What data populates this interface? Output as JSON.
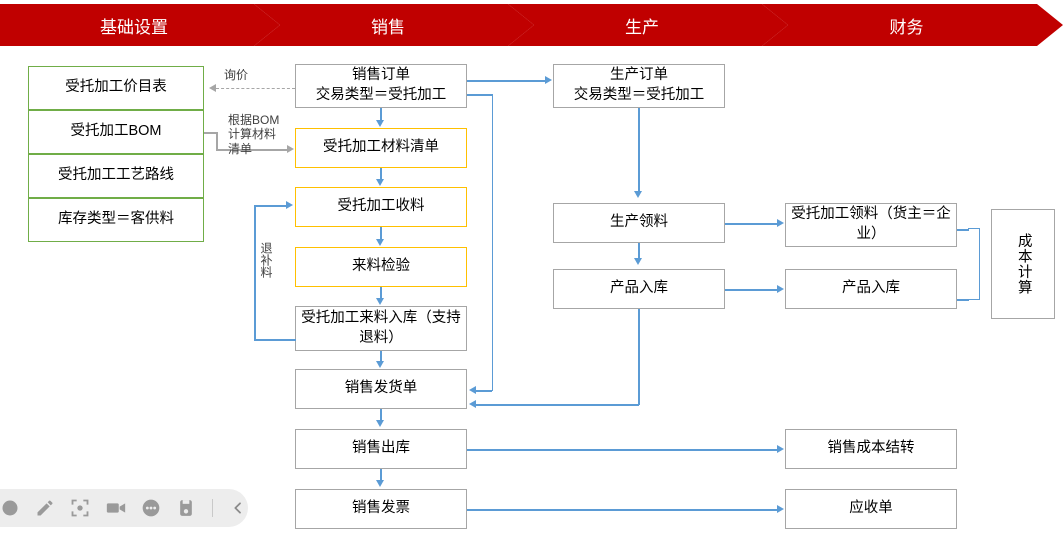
{
  "header": {
    "stages": [
      {
        "label": "基础设置"
      },
      {
        "label": "销售"
      },
      {
        "label": "生产"
      },
      {
        "label": "财务"
      }
    ],
    "band_color": "#C00000"
  },
  "colors": {
    "header_red": "#C00000",
    "green_border": "#70AD47",
    "orange_border": "#FFC000",
    "gray_border": "#A6A6A6",
    "connector_blue": "#5B9BD5",
    "connector_gray": "#A6A6A6"
  },
  "base_setup": {
    "items": [
      {
        "label": "受托加工价目表"
      },
      {
        "label": "受托加工BOM"
      },
      {
        "label": "受托加工工艺路线"
      },
      {
        "label": "库存类型＝客供料"
      }
    ]
  },
  "sales": {
    "nodes": [
      {
        "label": "销售订单\n交易类型＝受托加工",
        "style": "gray"
      },
      {
        "label": "受托加工材料清单",
        "style": "orange"
      },
      {
        "label": "受托加工收料",
        "style": "orange"
      },
      {
        "label": "来料检验",
        "style": "orange"
      },
      {
        "label": "受托加工来料入库（支持退料）",
        "style": "gray"
      },
      {
        "label": "销售发货单",
        "style": "gray"
      },
      {
        "label": "销售出库",
        "style": "gray"
      },
      {
        "label": "销售发票",
        "style": "gray"
      }
    ]
  },
  "production": {
    "nodes": [
      {
        "label": "生产订单\n交易类型＝受托加工",
        "style": "gray"
      },
      {
        "label": "生产领料",
        "style": "gray"
      },
      {
        "label": "产品入库",
        "style": "gray"
      }
    ]
  },
  "finance": {
    "nodes": [
      {
        "label": "受托加工领料（货主＝企业）",
        "style": "gray"
      },
      {
        "label": "产品入库",
        "style": "gray"
      },
      {
        "label": "销售成本结转",
        "style": "gray"
      },
      {
        "label": "应收单",
        "style": "gray"
      },
      {
        "label": "成本计算",
        "style": "gray"
      }
    ]
  },
  "edge_labels": {
    "inquiry": "询价",
    "bom_calc": "根据BOM\n计算材料\n清单",
    "return_material": "退补料"
  },
  "toolbar": {
    "icons": [
      {
        "name": "record-circle-icon"
      },
      {
        "name": "pen-icon"
      },
      {
        "name": "screenshot-icon"
      },
      {
        "name": "video-camera-icon"
      },
      {
        "name": "more-dots-icon"
      },
      {
        "name": "save-device-icon"
      },
      {
        "name": "collapse-chevron-left-icon"
      }
    ]
  }
}
